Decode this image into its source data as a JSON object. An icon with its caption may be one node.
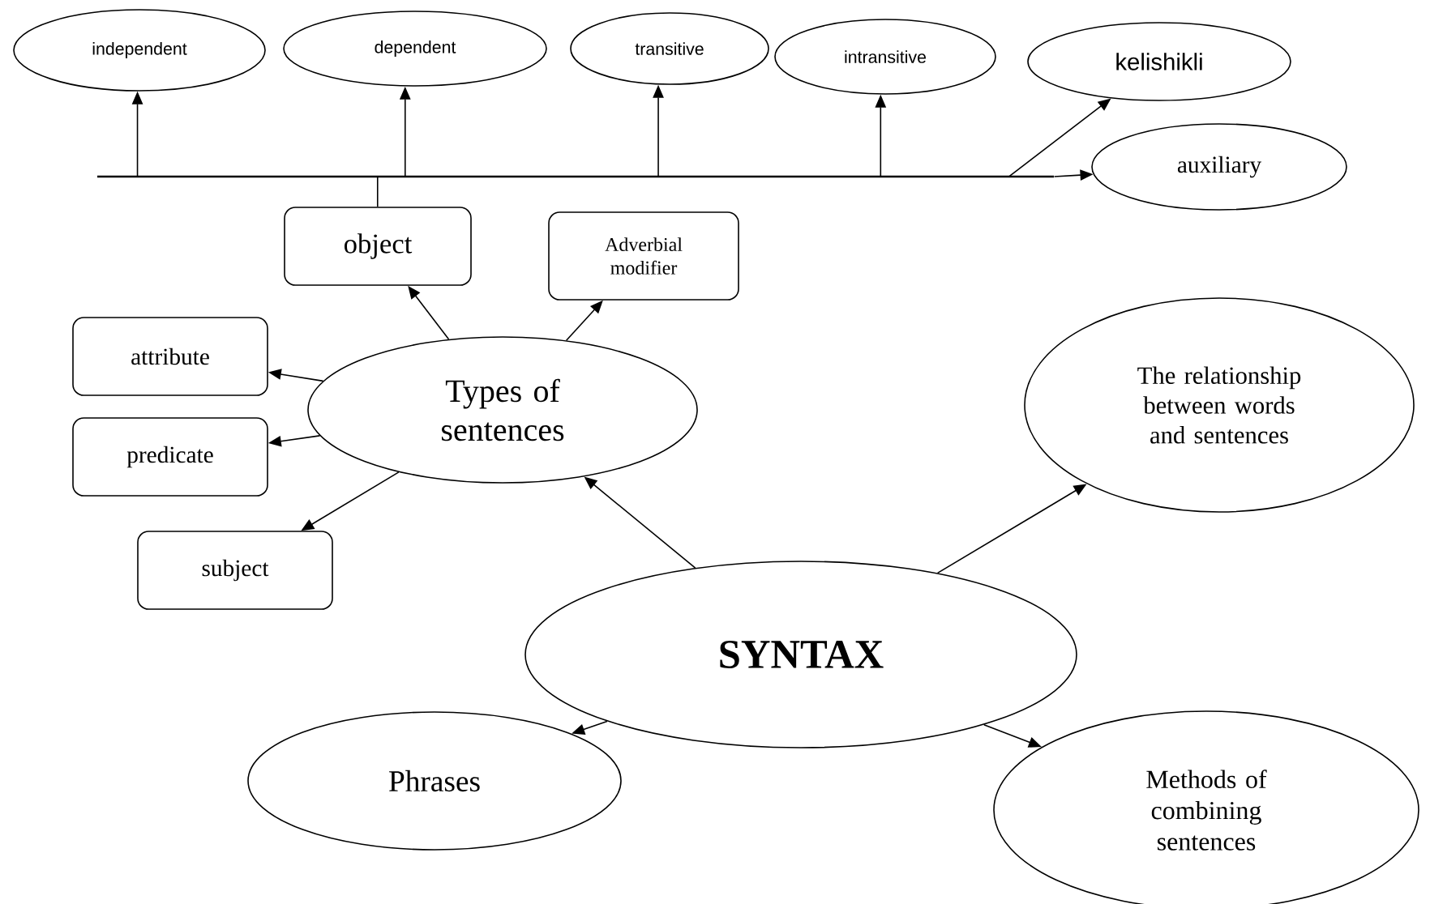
{
  "diagram": {
    "nodes": [
      {
        "text": [
          "independent"
        ]
      },
      {
        "text": [
          "dependent"
        ]
      },
      {
        "text": [
          "transitive"
        ]
      },
      {
        "text": [
          "intransitive"
        ]
      },
      {
        "text": [
          "kelishikli"
        ]
      },
      {
        "text": [
          "auxiliary"
        ]
      },
      {
        "text": [],
        "shape": "bar"
      },
      {
        "text": [
          "object"
        ]
      },
      {
        "text": [
          "Adverbial modifier"
        ]
      },
      {
        "text": [
          "attribute"
        ]
      },
      {
        "text": [
          "Types of sentences"
        ]
      },
      {
        "text": [
          "predicate"
        ]
      },
      {
        "text": [
          "subject"
        ]
      },
      {
        "text": [
          "The relationship between words and sentences"
        ]
      },
      {
        "text": [
          "SYNTAX"
        ]
      },
      {
        "text": [
          "Phrases"
        ]
      },
      {
        "text": [
          "Methods of combining sentences"
        ]
      }
    ],
    "edges": [
      {
        "from": 6,
        "to": 0,
        "arrow": "to"
      },
      {
        "from": 6,
        "to": 1,
        "arrow": "to"
      },
      {
        "from": 6,
        "to": 2,
        "arrow": "to"
      },
      {
        "from": 6,
        "to": 3,
        "arrow": "to"
      },
      {
        "from": 6,
        "to": 4,
        "arrow": "to"
      },
      {
        "from": 6,
        "to": 5,
        "arrow": "to"
      },
      {
        "from": 7,
        "to": 6,
        "arrow": "none"
      },
      {
        "from": 10,
        "to": 7,
        "arrow": "to"
      },
      {
        "from": 10,
        "to": 8,
        "arrow": "to"
      },
      {
        "from": 10,
        "to": 9,
        "arrow": "to"
      },
      {
        "from": 10,
        "to": 11,
        "arrow": "to"
      },
      {
        "from": 10,
        "to": 12,
        "arrow": "to"
      },
      {
        "from": 14,
        "to": 10,
        "arrow": "to"
      },
      {
        "from": 14,
        "to": 13,
        "arrow": "to"
      },
      {
        "from": 14,
        "to": 15,
        "arrow": "to"
      },
      {
        "from": 14,
        "to": 16,
        "arrow": "to"
      }
    ]
  }
}
